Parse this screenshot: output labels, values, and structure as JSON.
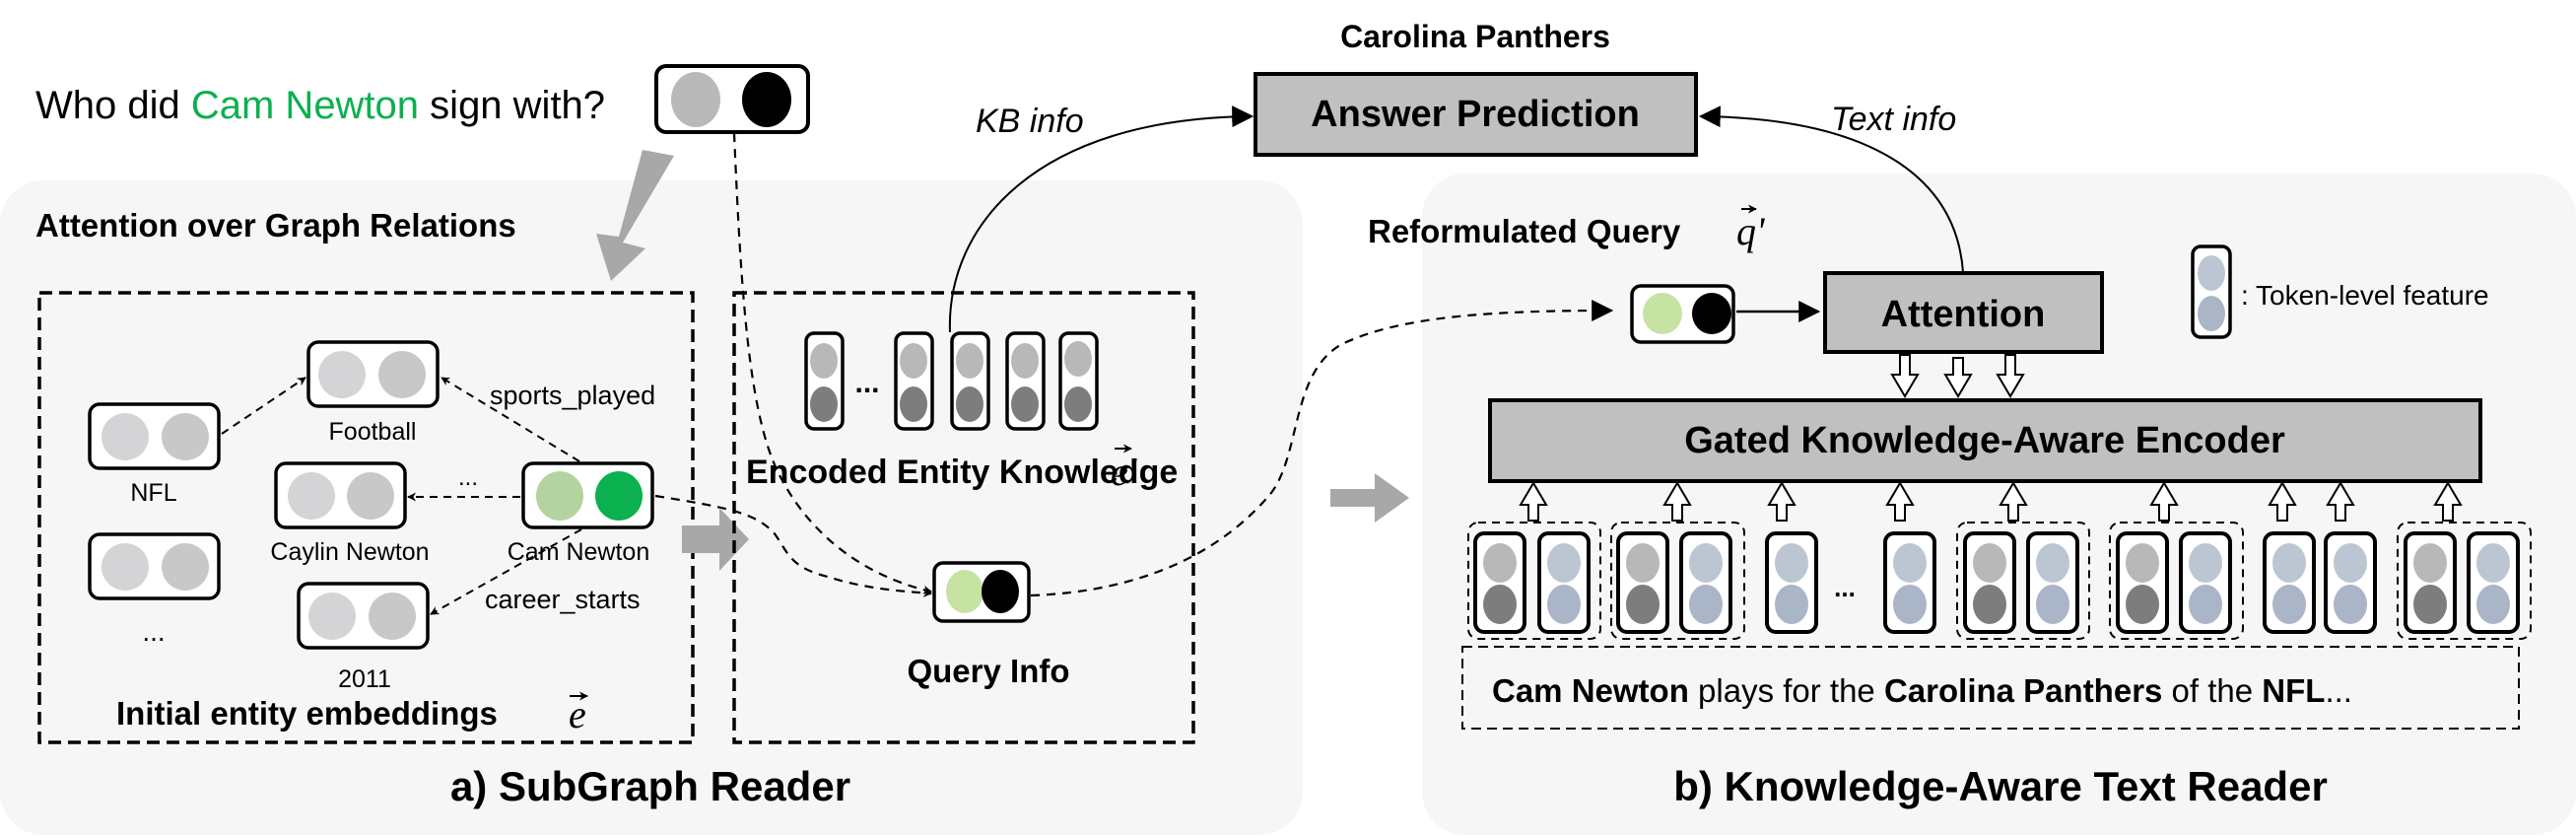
{
  "question": {
    "prefix": "Who did ",
    "entity": "Cam Newton",
    "suffix": " sign with?",
    "entity_color": "#0bb04f"
  },
  "answer": {
    "label": "Carolina Panthers",
    "box_label": "Answer Prediction",
    "kb_edge_label": "KB info",
    "text_edge_label": "Text info"
  },
  "panel_a": {
    "title": "a) SubGraph Reader",
    "section_title": "Attention over Graph Relations",
    "initial_box": {
      "caption": "Initial entity embeddings",
      "symbol": "e",
      "nodes": [
        {
          "label": "Football"
        },
        {
          "label": "NFL"
        },
        {
          "label": "Caylin Newton"
        },
        {
          "label": "Cam Newton"
        },
        {
          "label": "2011"
        },
        {
          "label": ""
        }
      ],
      "relations": [
        "sports_played",
        "career_starts",
        "..."
      ],
      "ellipsis": "..."
    },
    "encoded_box": {
      "caption": "Encoded Entity Knowledge",
      "symbol": "e'",
      "ellipsis": "...",
      "query_caption": "Query Info"
    }
  },
  "panel_b": {
    "title": "b) Knowledge-Aware Text Reader",
    "reformulated_label": "Reformulated Query",
    "reformulated_symbol": "q'",
    "attention_label": "Attention",
    "encoder_label": "Gated Knowledge-Aware Encoder",
    "legend_label": ": Token-level feature",
    "ellipsis": "...",
    "sentence": [
      {
        "text": "Cam Newton",
        "bold": true
      },
      {
        "text": " plays for the ",
        "bold": false
      },
      {
        "text": "Carolina Panthers",
        "bold": true
      },
      {
        "text": " of the ",
        "bold": false
      },
      {
        "text": "NFL",
        "bold": true
      },
      {
        "text": "...",
        "bold": false
      }
    ]
  },
  "colors": {
    "panel_bg": "#f6f6f6",
    "box_fill": "#c0c0c0",
    "entity_light": "#d4d4d6",
    "entity_mid": "#c8c8c8",
    "cam_light": "#b3d4a0",
    "cam_dark": "#0bb04f",
    "query_light": "#c6e3a3",
    "enc_top": "#b8b8b8",
    "enc_bottom": "#7d7d7d",
    "token_top": "#bcc6d3",
    "token_bottom": "#aab5c8",
    "arrow_gray": "#a8a8a8"
  }
}
